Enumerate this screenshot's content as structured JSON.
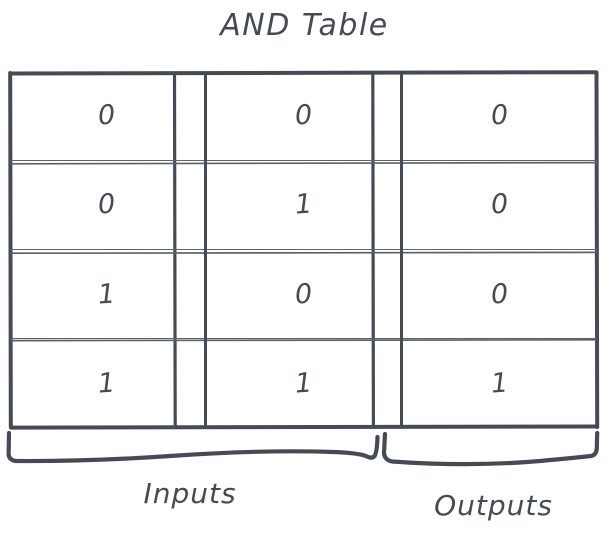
{
  "diagram": {
    "title": "AND Table",
    "stroke_color": "#454b54",
    "background_color": "#ffffff",
    "style": "hand-drawn"
  },
  "table": {
    "columns": 3,
    "rows": [
      [
        "0",
        "0",
        "0"
      ],
      [
        "0",
        "1",
        "0"
      ],
      [
        "1",
        "0",
        "0"
      ],
      [
        "1",
        "1",
        "1"
      ]
    ]
  },
  "brackets": [
    {
      "label": "Inputs",
      "spans_columns": 2
    },
    {
      "label": "Outputs",
      "spans_columns": 1
    }
  ]
}
